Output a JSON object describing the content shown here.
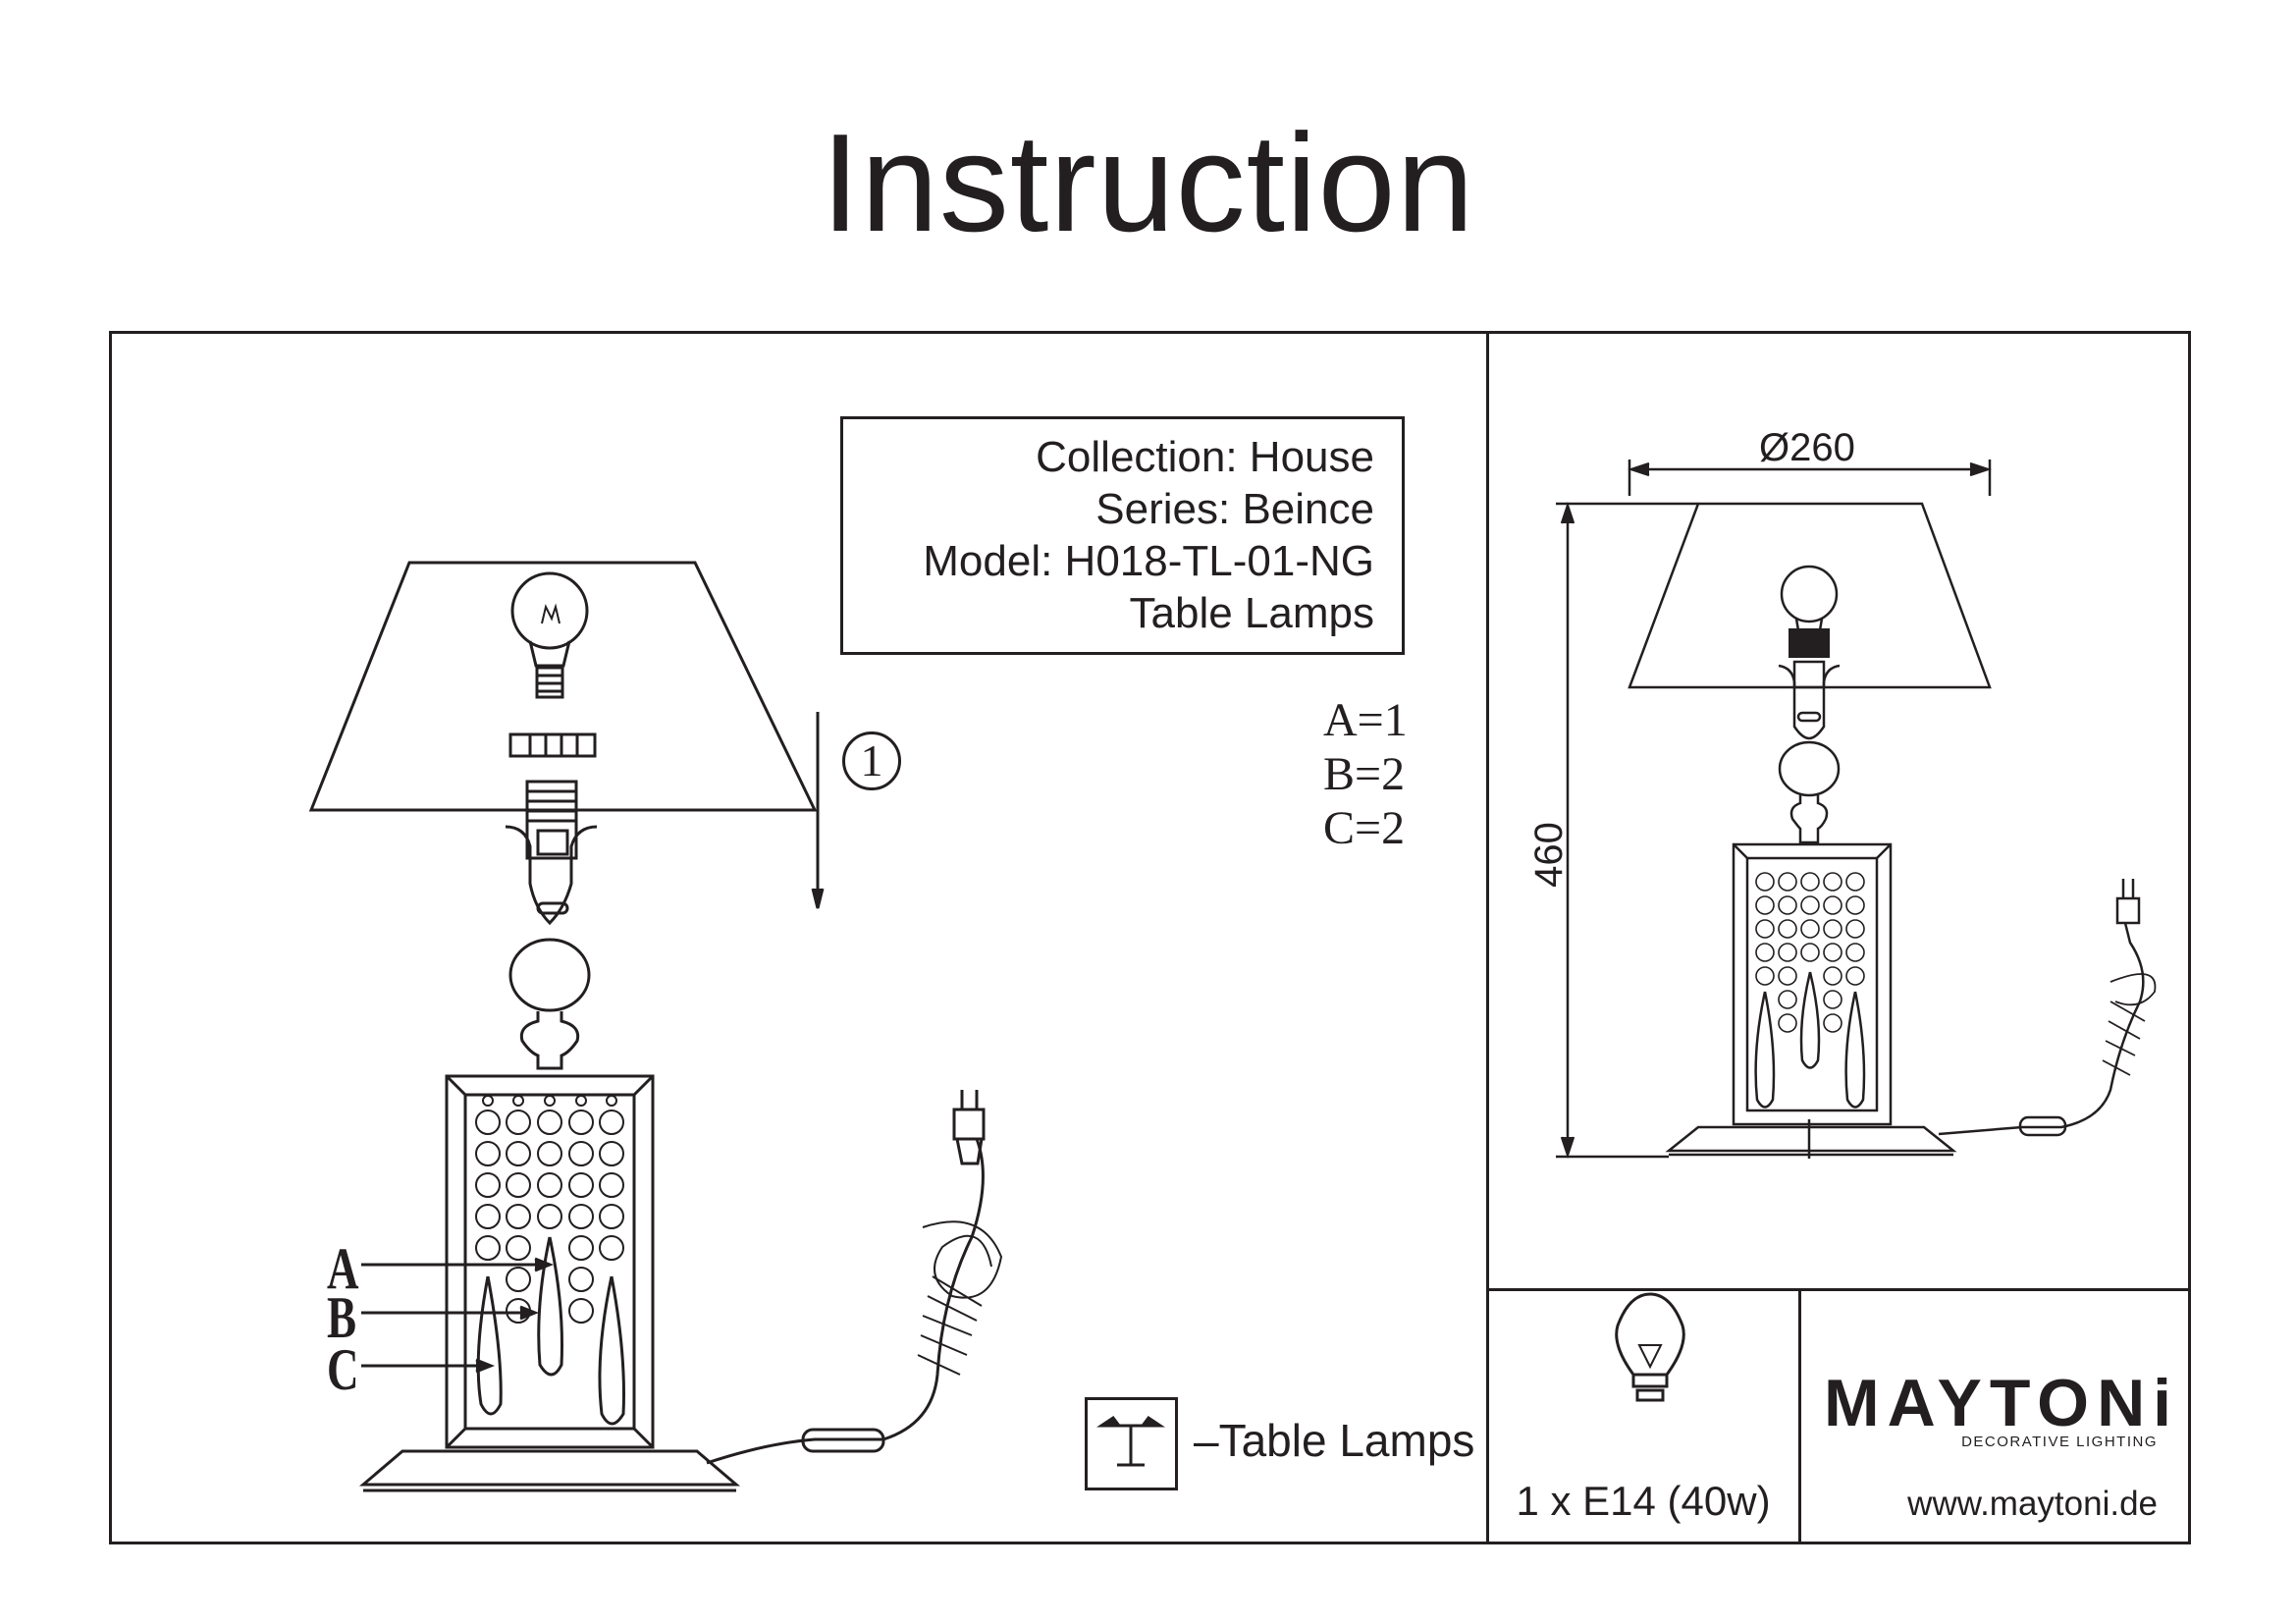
{
  "title": "Instruction",
  "info": {
    "collection": "Collection:  House",
    "series": "Series: Beince",
    "model": "Model: H018-TL-01-NG",
    "type": "Table Lamps"
  },
  "parts": {
    "a": "A=1",
    "b": "B=2",
    "c": "C=2",
    "label_a": "A",
    "label_b": "B",
    "label_c": "C"
  },
  "step": "1",
  "legend": {
    "text": "–Table Lamps",
    "icon": "table-lamp-icon"
  },
  "dimensions": {
    "diameter": "Ø260",
    "height": "460"
  },
  "bulb": {
    "text": "1 x E14 (40w)",
    "icon": "bulb-icon"
  },
  "brand": {
    "name": "MAYTONi",
    "tagline": "DECORATIVE LIGHTING",
    "website": "www.maytoni.de"
  },
  "colors": {
    "ink": "#231f20",
    "background": "#ffffff"
  }
}
